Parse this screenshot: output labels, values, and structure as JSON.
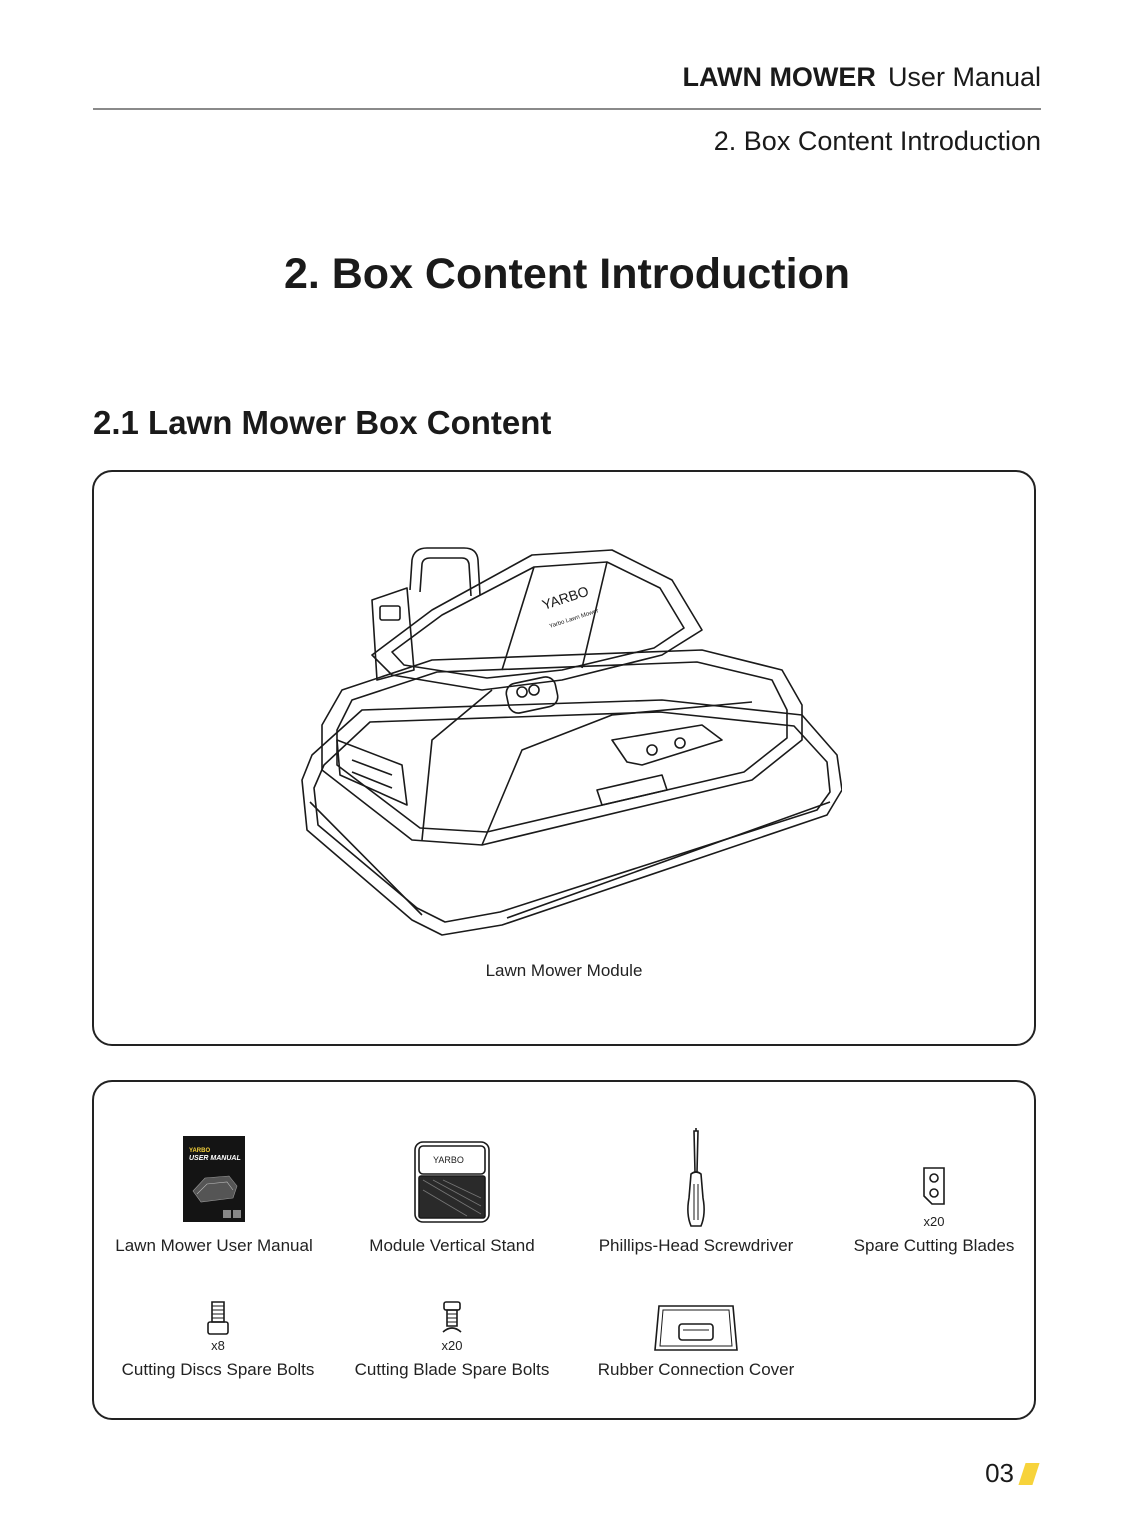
{
  "header": {
    "product": "LAWN MOWER",
    "doc": "User Manual",
    "section": "2. Box Content Introduction"
  },
  "page": {
    "heading": "2.  Box Content Introduction",
    "subheading": "2.1 Lawn Mower Box Content",
    "number": "03"
  },
  "main_item": {
    "label": "Lawn Mower Module",
    "brand_text": "YARBO",
    "brand_sub": "Yarbo Lawn Mower"
  },
  "accessories": [
    {
      "label": "Lawn Mower User Manual",
      "icon": "manual-icon",
      "cover_title": "USER MANUAL"
    },
    {
      "label": "Module Vertical Stand",
      "icon": "stand-icon",
      "brand": "YARBO"
    },
    {
      "label": "Phillips-Head Screwdriver",
      "icon": "screwdriver-icon"
    },
    {
      "label": "Spare Cutting Blades",
      "icon": "blade-icon",
      "qty": "x20"
    },
    {
      "label": "Cutting Discs Spare Bolts",
      "icon": "disc-bolt-icon",
      "qty": "x8"
    },
    {
      "label": "Cutting Blade Spare Bolts",
      "icon": "blade-bolt-icon",
      "qty": "x20"
    },
    {
      "label": "Rubber Connection Cover",
      "icon": "rubber-cover-icon"
    }
  ],
  "colors": {
    "accent_mark": "#f7d33b",
    "rule": "#8a8a8a",
    "text": "#1a1a1a"
  }
}
